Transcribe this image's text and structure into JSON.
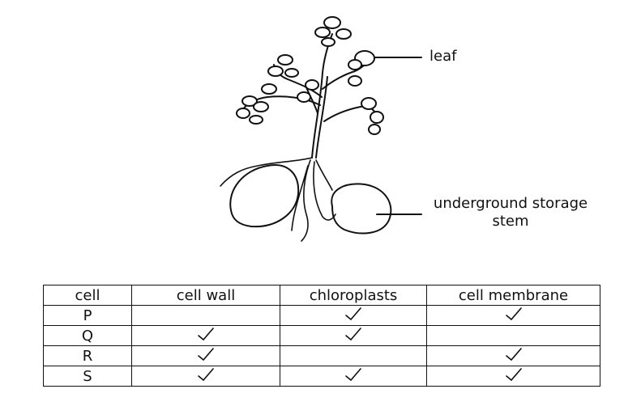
{
  "labels": {
    "leaf": "leaf",
    "stem_line1": "underground storage",
    "stem_line2": "stem"
  },
  "table": {
    "headers": [
      "cell",
      "cell wall",
      "chloroplasts",
      "cell membrane"
    ],
    "rows": [
      {
        "cell": "P",
        "cell_wall": false,
        "chloroplasts": true,
        "cell_membrane": true
      },
      {
        "cell": "Q",
        "cell_wall": true,
        "chloroplasts": true,
        "cell_membrane": false
      },
      {
        "cell": "R",
        "cell_wall": true,
        "chloroplasts": false,
        "cell_membrane": true
      },
      {
        "cell": "S",
        "cell_wall": true,
        "chloroplasts": true,
        "cell_membrane": true
      }
    ]
  },
  "icons": {
    "present_mark": "tick-icon"
  }
}
